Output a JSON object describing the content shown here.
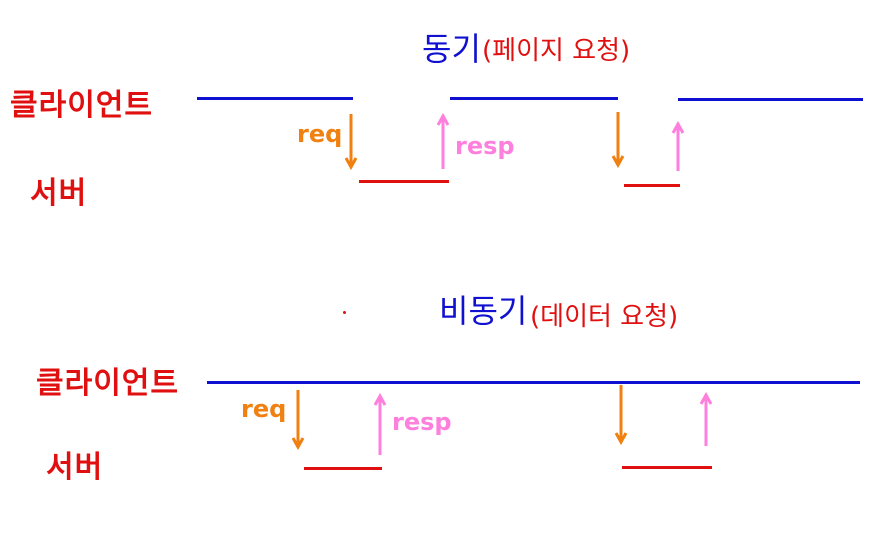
{
  "colors": {
    "client_line": "#1010d0",
    "server_line": "#e01010",
    "request_arrow": "#f08010",
    "response_arrow": "#ff7fdc",
    "title_main": "#1010d0",
    "title_paren": "#e01010",
    "side_label": "#e01010"
  },
  "sync": {
    "title": "동기",
    "subtitle": "(페이지 요청)",
    "client_label": "클라이언트",
    "server_label": "서버",
    "request_label": "req",
    "response_label": "resp"
  },
  "async": {
    "title": "비동기",
    "subtitle": "(데이터 요청)",
    "client_label": "클라이언트",
    "server_label": "서버",
    "request_label": "req",
    "response_label": "resp"
  }
}
